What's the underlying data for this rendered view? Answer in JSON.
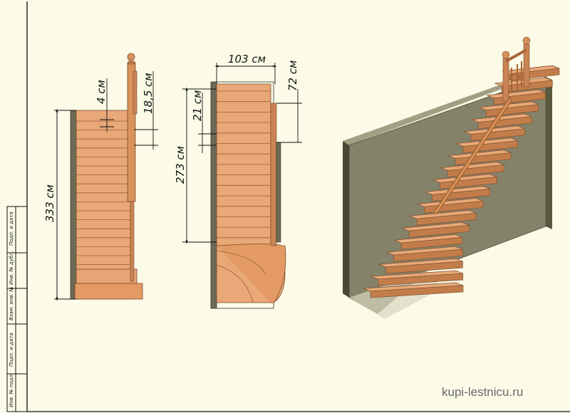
{
  "dimensions": {
    "total_length": "333 см",
    "gap": "4 см",
    "riser_height": "18,5 см",
    "width": "103 см",
    "handrail_height": "72 см",
    "tread_depth": "21 см",
    "flight_length": "273 см"
  },
  "title_block": {
    "fields": [
      "Подп. и дата",
      "Инв. № дубл.",
      "Взам. инв. №",
      "Подп. и дата",
      "Инв. № подл."
    ]
  },
  "watermark": "kupi-lestnicu.ru",
  "colors": {
    "paper": "#fbfbe8",
    "wood": "#e59e6a",
    "wood_dark": "#b06a3a",
    "wall": "#85826a",
    "wall_dark": "#5a573f"
  }
}
